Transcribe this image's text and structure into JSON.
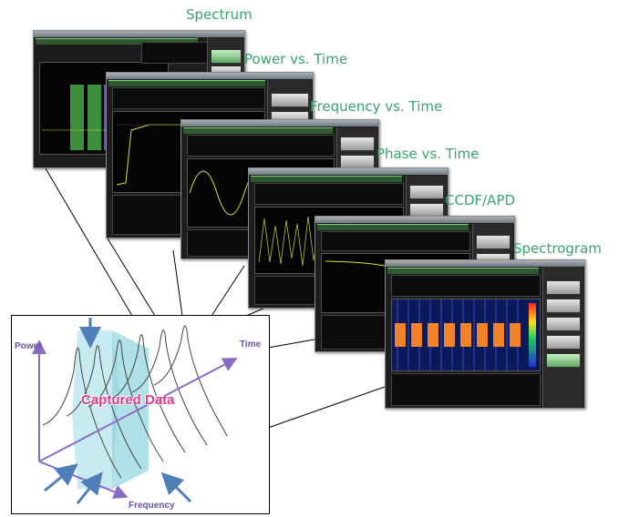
{
  "labels": {
    "spectrum": "Spectrum",
    "power_vs_time": "Power vs. Time",
    "frequency_vs_time": "Frequency vs. Time",
    "phase_vs_time": "Phase vs. Time",
    "ccdf_apd": "CCDF/APD",
    "spectrogram": "Spectrogram"
  },
  "diagram": {
    "axis_power": "Power",
    "axis_time": "Time",
    "axis_frequency": "Frequency",
    "center_label": "Captured Data"
  },
  "colors": {
    "label_green": "#3aa36f",
    "arrow_purple": "#7a4fb5",
    "slab_cyan": "#7fd4e0",
    "spectrogram_orange": "#f0822a"
  }
}
